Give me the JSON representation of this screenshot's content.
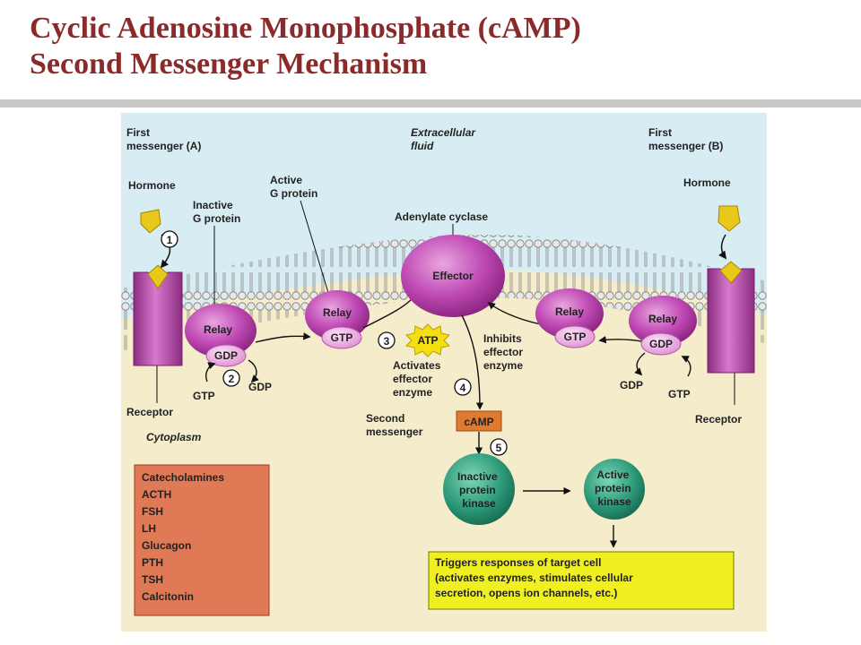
{
  "title": {
    "line1": "Cyclic Adenosine  Monophosphate (cAMP)",
    "line2": "Second Messenger Mechanism"
  },
  "diagram": {
    "first_messenger_a": [
      "First",
      "messenger (A)"
    ],
    "extracellular": [
      "Extracellular",
      "fluid"
    ],
    "first_messenger_b": [
      "First",
      "messenger (B)"
    ],
    "hormone_a": "Hormone",
    "hormone_b": "Hormone",
    "inactive_g": [
      "Inactive",
      "G protein"
    ],
    "active_g": [
      "Active",
      "G protein"
    ],
    "adenylate_cyclase": "Adenylate cyclase",
    "effector": "Effector",
    "relay": "Relay",
    "gdp": "GDP",
    "gtp": "GTP",
    "atp": "ATP",
    "camp": "cAMP",
    "activates": [
      "Activates",
      "effector",
      "enzyme"
    ],
    "inhibits": [
      "Inhibits",
      "effector",
      "enzyme"
    ],
    "second_messenger": [
      "Second",
      "messenger"
    ],
    "receptor": "Receptor",
    "cytoplasm": "Cytoplasm",
    "inactive_kinase": [
      "Inactive",
      "protein",
      "kinase"
    ],
    "active_kinase": [
      "Active",
      "protein",
      "kinase"
    ],
    "steps": [
      "1",
      "2",
      "3",
      "4",
      "5"
    ],
    "hormones_list": [
      "Catecholamines",
      "ACTH",
      "FSH",
      "LH",
      "Glucagon",
      "PTH",
      "TSH",
      "Calcitonin"
    ],
    "response": [
      "Triggers responses of target cell",
      "(activates enzymes, stimulates cellular",
      "secretion, opens ion channels, etc.)"
    ]
  },
  "colors": {
    "title": "#8b2a2a",
    "extracellular": "#d8ecf3",
    "cytoplasm": "#f4ecca",
    "membrane_protein": "#b43aa8",
    "kinase": "#2e9b7a",
    "hormone": "#e8c81a",
    "camp_box": "#e07a30",
    "hormone_list_box": "#e07a56",
    "response_box": "#f0f020"
  }
}
